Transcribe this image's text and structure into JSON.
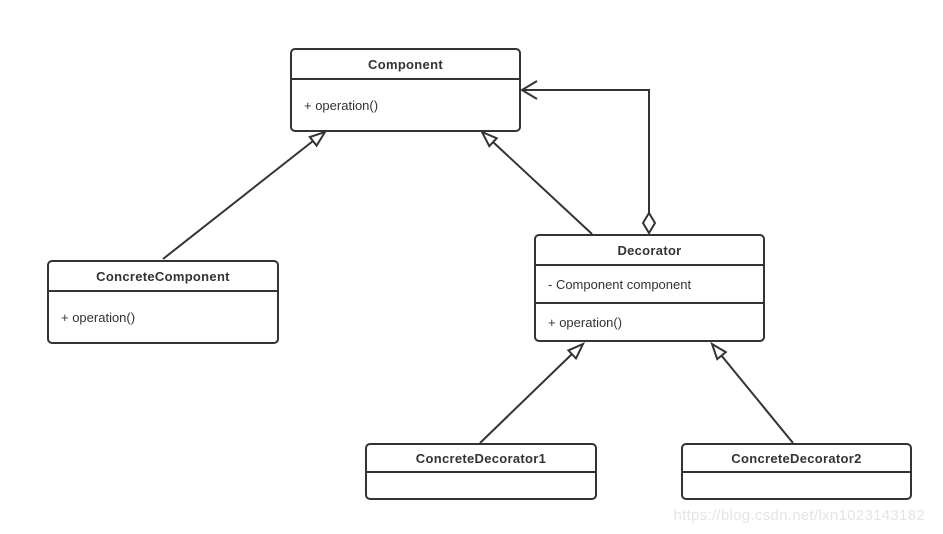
{
  "diagram_type": "uml-class-diagram",
  "colors": {
    "line": "#333333",
    "text": "#333333",
    "background": "#ffffff",
    "watermark": "#e4e4e4"
  },
  "classes": {
    "component": {
      "name": "Component",
      "methods": [
        "+ operation()"
      ]
    },
    "concrete_component": {
      "name": "ConcreteComponent",
      "methods": [
        "+ operation()"
      ]
    },
    "decorator": {
      "name": "Decorator",
      "attributes": [
        "- Component component"
      ],
      "methods": [
        "+ operation()"
      ]
    },
    "concrete_decorator1": {
      "name": "ConcreteDecorator1"
    },
    "concrete_decorator2": {
      "name": "ConcreteDecorator2"
    }
  },
  "relationships": [
    {
      "from": "ConcreteComponent",
      "to": "Component",
      "type": "generalization"
    },
    {
      "from": "Decorator",
      "to": "Component",
      "type": "generalization"
    },
    {
      "from": "Decorator",
      "to": "Component",
      "type": "aggregation"
    },
    {
      "from": "ConcreteDecorator1",
      "to": "Decorator",
      "type": "generalization"
    },
    {
      "from": "ConcreteDecorator2",
      "to": "Decorator",
      "type": "generalization"
    }
  ],
  "watermark": "https://blog.csdn.net/lxn1023143182"
}
